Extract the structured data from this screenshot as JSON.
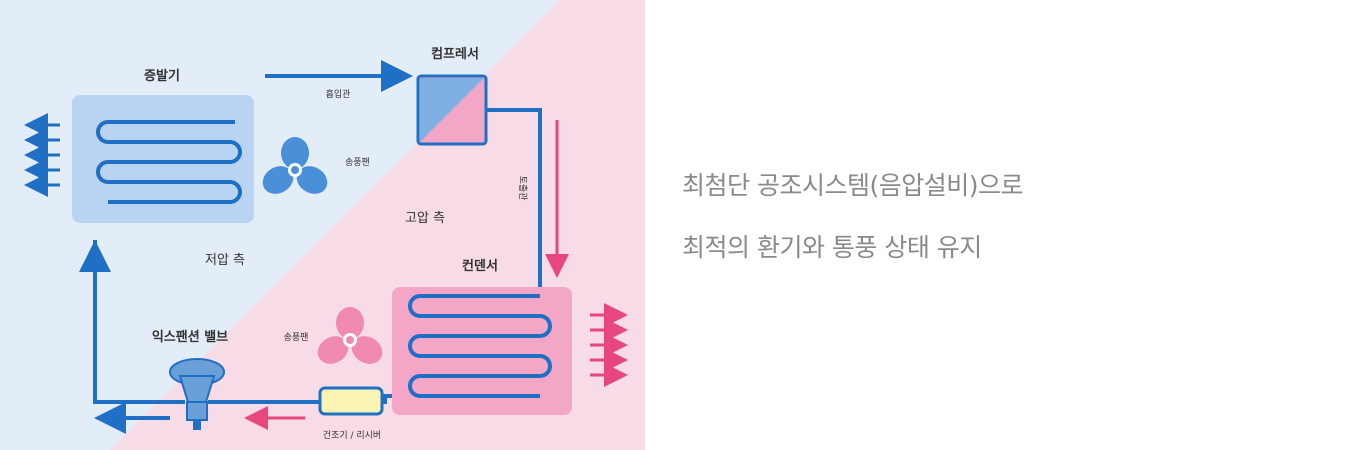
{
  "diagram": {
    "labels": {
      "evaporator": "증발기",
      "compressor": "컴프레서",
      "condenser": "컨덴서",
      "expansion_valve": "익스팬션 밸브",
      "suction_pipe": "흡입관",
      "discharge_pipe": "토출관",
      "fan_top": "송풍팬",
      "fan_bottom": "송풍팬",
      "low_pressure_side": "저압 측",
      "high_pressure_side": "고압 측",
      "dryer": "건조기 / 리시버"
    },
    "colors": {
      "pipe": "#1f6fc4",
      "cold_fill": "#b9d4f2",
      "hot_fill": "#f3a6c6",
      "hot_arrow": "#e8467f",
      "bg_low": "#e3edf7",
      "bg_high": "#f7dbe6"
    }
  },
  "caption": {
    "line1": "최첨단 공조시스템(음압설비)으로",
    "line2": "최적의 환기와 통풍 상태 유지"
  }
}
